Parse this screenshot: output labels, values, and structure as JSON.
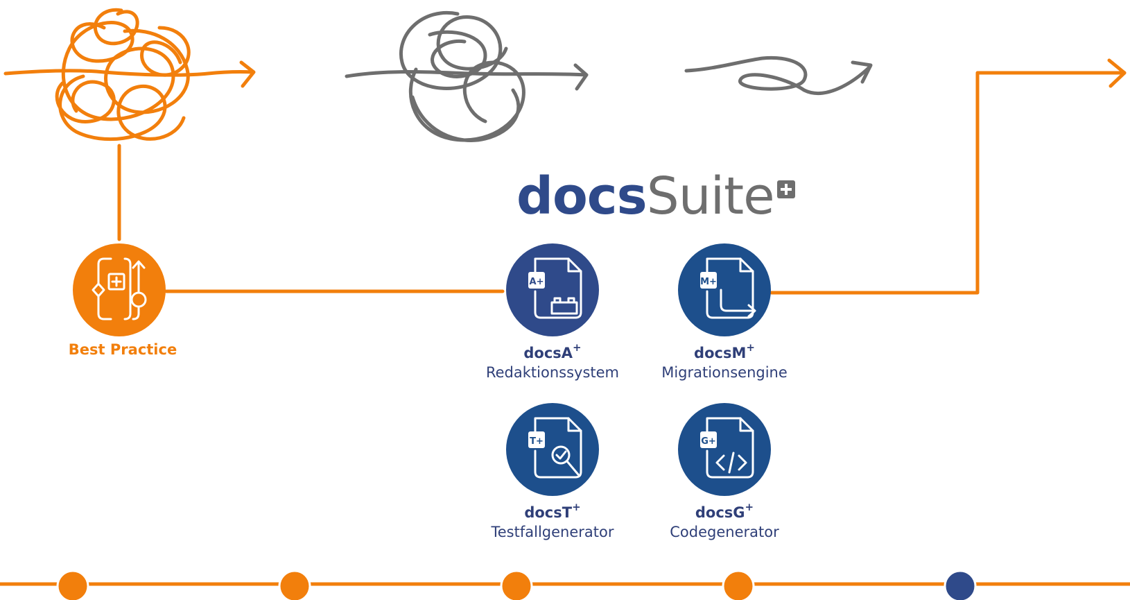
{
  "brand": {
    "part1": "docs",
    "part2": "Suite"
  },
  "best_practice": {
    "label": "Best Practice"
  },
  "products": [
    {
      "badge": "A+",
      "name": "docsA",
      "sup": "+",
      "desc": "Redaktionssystem",
      "icon": "document-blocks-icon"
    },
    {
      "badge": "M+",
      "name": "docsM",
      "sup": "+",
      "desc": "Migrationsengine",
      "icon": "document-migrate-arrow-icon"
    },
    {
      "badge": "T+",
      "name": "docsT",
      "sup": "+",
      "desc": "Testfallgenerator",
      "icon": "document-magnifier-check-icon"
    },
    {
      "badge": "G+",
      "name": "docsG",
      "sup": "+",
      "desc": "Codegenerator",
      "icon": "document-code-icon"
    }
  ],
  "timeline": {
    "dots": 5,
    "active_index": 4
  },
  "colors": {
    "orange": "#f27f0c",
    "navy": "#2f4a8a",
    "navy_dark": "#1d4f8c",
    "gray": "#6e6e6e"
  }
}
